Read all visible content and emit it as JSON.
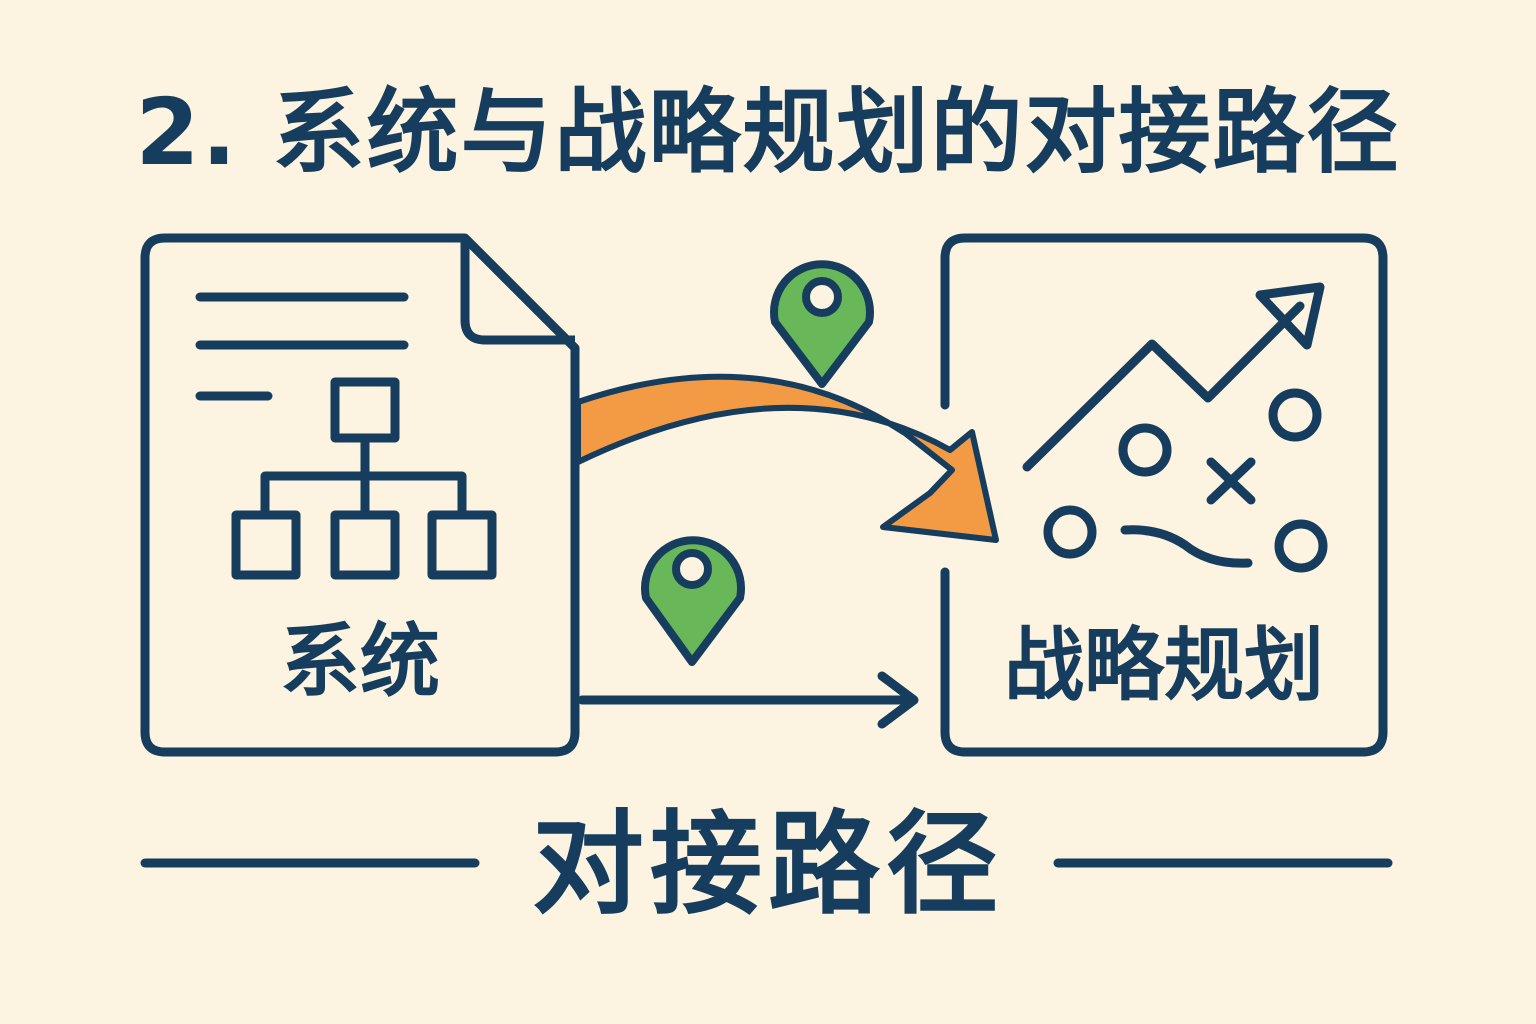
{
  "title": "2. 系统与战略规划的对接路径",
  "system_box": {
    "label": "系统",
    "icons": [
      "document-icon",
      "org-chart-icon"
    ]
  },
  "strategy_box": {
    "label": "战略规划",
    "icons": [
      "trend-arrow-icon",
      "play-diagram-icon"
    ]
  },
  "connectors": {
    "curved_arrow_icon": "curved-arrow-icon",
    "straight_arrow_icon": "straight-arrow-icon",
    "pin_icon": "map-pin-icon"
  },
  "footer": {
    "label": "对接路径"
  },
  "colors": {
    "background": "#fcf3e0",
    "ink": "#163d5e",
    "arrow": "#f39a45",
    "pin": "#68b85a"
  }
}
